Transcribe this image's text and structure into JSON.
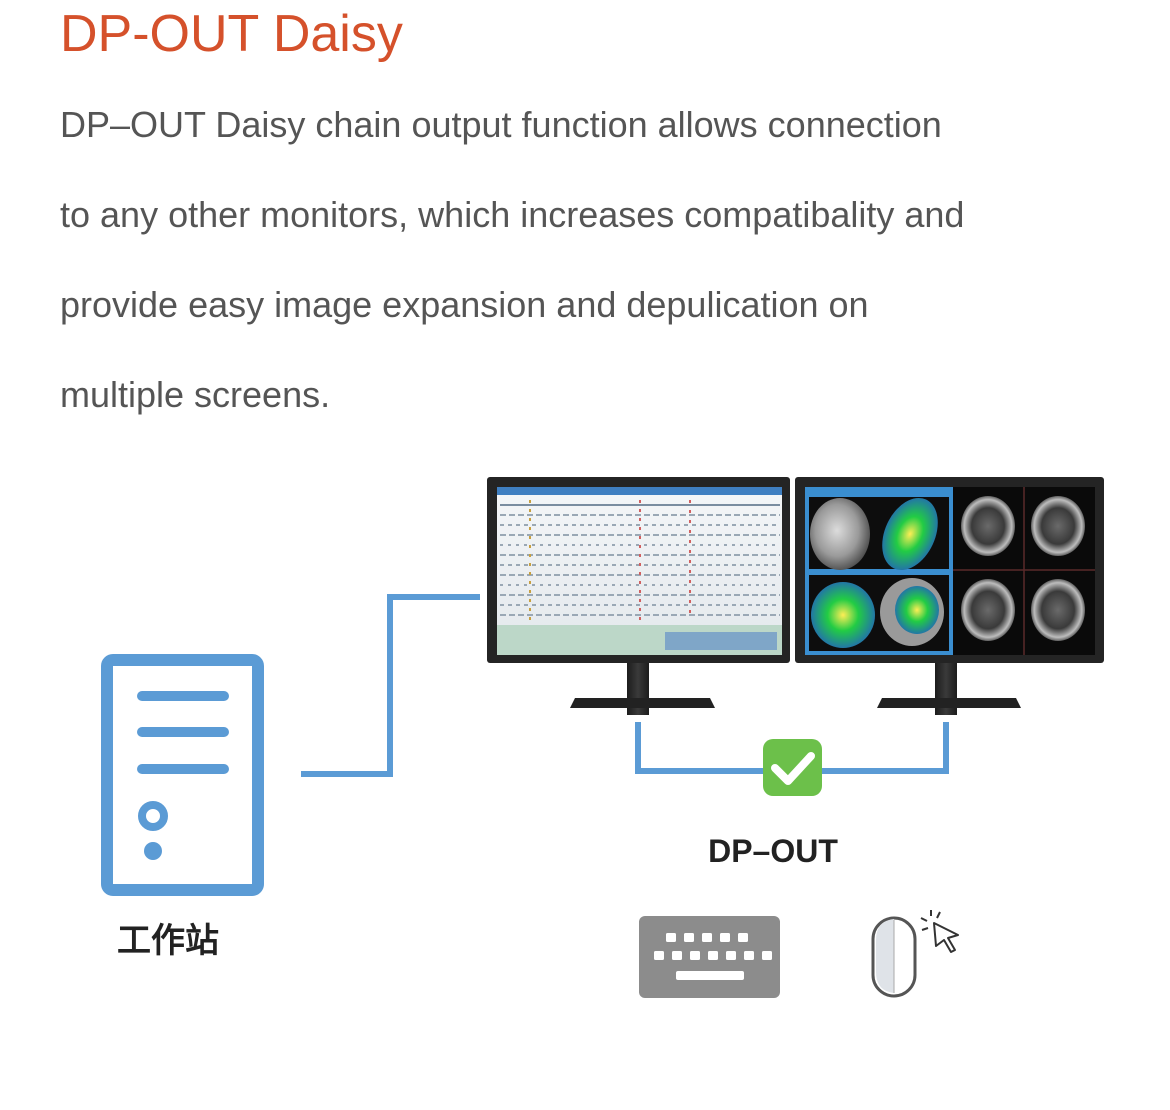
{
  "header": {
    "title": "DP-OUT Daisy"
  },
  "description": {
    "lines": [
      "DP–OUT Daisy chain output function allows connection",
      "to any other monitors, which increases compatibality and",
      "provide easy image expansion and depulication on",
      "multiple screens."
    ]
  },
  "diagram": {
    "workstation_label": "工作站",
    "dp_out_label": "DP–OUT",
    "colors": {
      "title": "#d5512b",
      "line": "#5b9bd5",
      "check": "#6cc04a",
      "keyboard": "#8c8c8c"
    },
    "icons": [
      "workstation-icon",
      "monitor-icon",
      "check-icon",
      "keyboard-icon",
      "mouse-icon"
    ]
  }
}
